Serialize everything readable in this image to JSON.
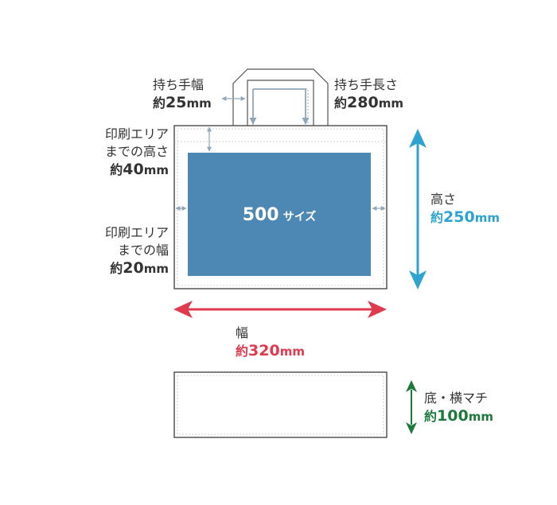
{
  "handle_width": {
    "label": "持ち手幅",
    "prefix": "約",
    "value": "25",
    "unit": "mm"
  },
  "handle_length": {
    "label": "持ち手長さ",
    "prefix": "約",
    "value": "280",
    "unit": "mm"
  },
  "print_area_height": {
    "label_line1": "印刷エリア",
    "label_line2": "までの高さ",
    "prefix": "約",
    "value": "40",
    "unit": "mm"
  },
  "print_area_width": {
    "label_line1": "印刷エリア",
    "label_line2": "までの幅",
    "prefix": "約",
    "value": "20",
    "unit": "mm"
  },
  "print_area": {
    "size": "500",
    "suffix": "サイズ"
  },
  "height": {
    "label": "高さ",
    "prefix": "約",
    "value": "250",
    "unit": "mm"
  },
  "width": {
    "label": "幅",
    "prefix": "約",
    "value": "320",
    "unit": "mm"
  },
  "gusset": {
    "label": "底・横マチ",
    "prefix": "約",
    "value": "100",
    "unit": "mm"
  },
  "colors": {
    "print_area": "#4d87b3",
    "height_arrow": "#2ea3cf",
    "width_arrow": "#e03a4f",
    "gusset_arrow": "#1e7a3c",
    "guide": "#8fa6b8",
    "outline": "#555555"
  }
}
